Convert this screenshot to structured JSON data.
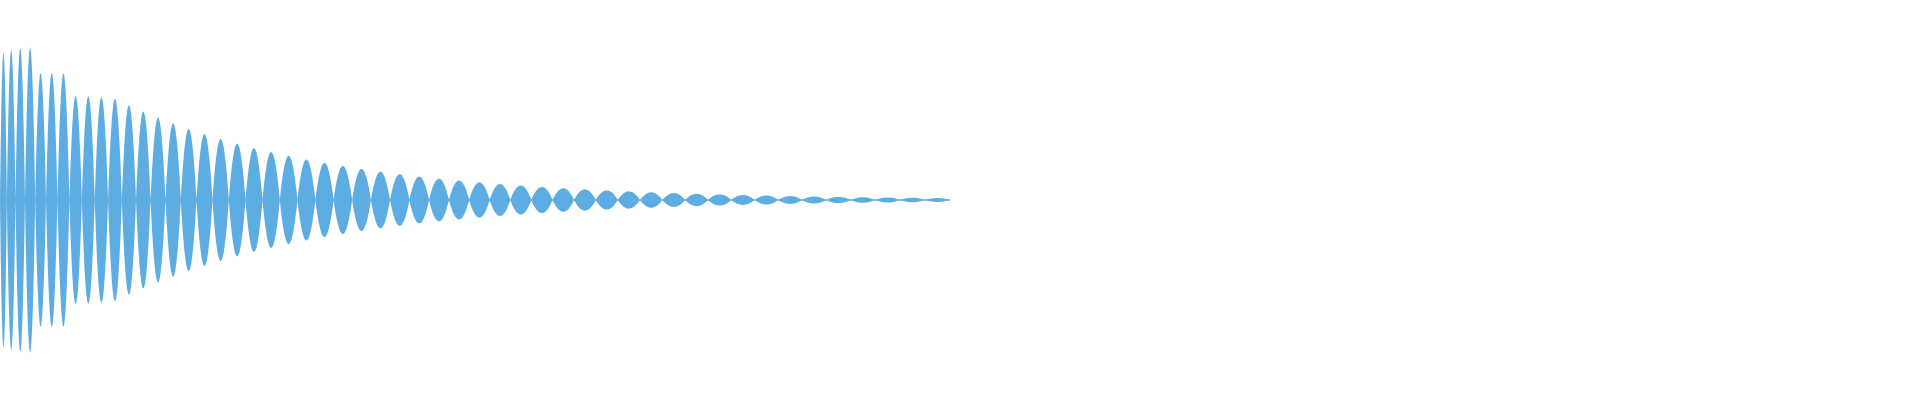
{
  "waveform": {
    "color": "#5dade2",
    "background": "#ffffff",
    "envelope": {
      "initial_amplitude": 0.95,
      "decay_start_fraction": 0.0,
      "decay_end_fraction": 0.5,
      "end_amplitude": 0.01
    },
    "cycles": 52
  }
}
